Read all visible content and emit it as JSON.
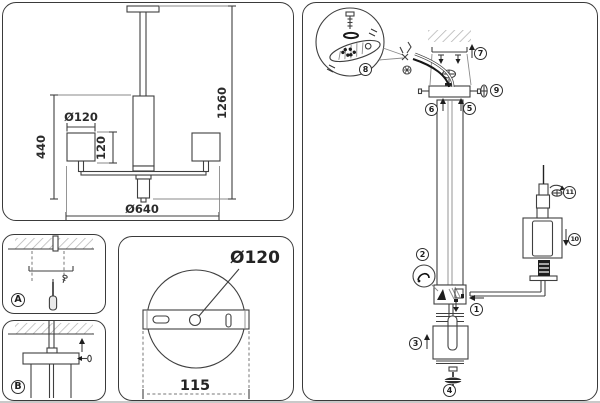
{
  "sheet": {
    "background": "#ffffff",
    "line_color": "#3f3f3f",
    "text_color": "#2b2b2b",
    "hatch_color": "#b3b3b3"
  },
  "dimension_view": {
    "shade_diameter_label": "Ø120",
    "fixture_drop_label": "440",
    "shade_height_label": "120",
    "total_height_label": "1260",
    "total_width_label": "Ø640"
  },
  "mounting_plate_view": {
    "plate_diameter_label": "Ø120",
    "screw_spacing_label": "115"
  },
  "assembly_steps": [
    {
      "label": "A"
    },
    {
      "label": "B"
    }
  ],
  "exploded_view": {
    "parts": [
      {
        "num": "1"
      },
      {
        "num": "2"
      },
      {
        "num": "3"
      },
      {
        "num": "4"
      },
      {
        "num": "5"
      },
      {
        "num": "6"
      },
      {
        "num": "7"
      },
      {
        "num": "8"
      },
      {
        "num": "9"
      },
      {
        "num": "10"
      },
      {
        "num": "11"
      }
    ]
  }
}
